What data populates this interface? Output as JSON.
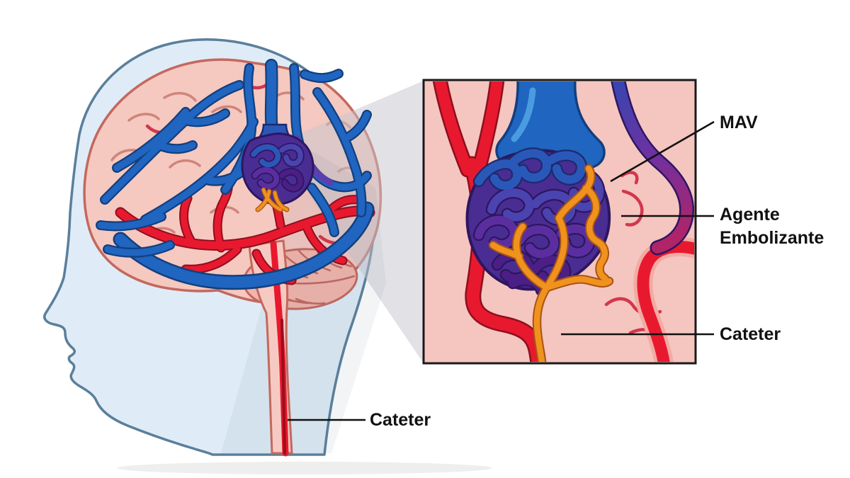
{
  "labels": {
    "mav": "MAV",
    "agente_embolizante": "Agente Embolizante",
    "cateter_inset": "Cateter",
    "cateter_neck": "Cateter"
  },
  "colors": {
    "background": "#ffffff",
    "head_fill": "#dfecf7",
    "head_outline": "#5a7f9b",
    "shadow_tint": "#5a708c",
    "floor_shadow": "#d9d9dc",
    "wedge_gray": "#c6c6ce",
    "brain_fill": "#f5c8c0",
    "brain_outline": "#c4685e",
    "gyri_line": "#d0857a",
    "cerebellum_fill": "#f2b5ab",
    "cerebellum_line": "#c1685e",
    "stem_fill": "#f6cac2",
    "vein_blue": "#2065c0",
    "vein_outline": "#123f7e",
    "vein_highlight": "#4b9be0",
    "vein_purple_overlay": "#5b3fae",
    "artery_red": "#e8192e",
    "artery_outline": "#8e0f1f",
    "artery_thin": "#d2374d",
    "artery_wall_pink": "#f2aba4",
    "nidus_blue": "#2a58b8",
    "nidus_blue_outline": "#1d2a6e",
    "nidus_mid": "#4a44b0",
    "nidus_purple": "#5b2ea0",
    "nidus_dark": "#4b1f86",
    "nidus_outline": "#2e1660",
    "nidus_base": "#4a2d92",
    "embolic_orange": "#f0921e",
    "embolic_outline": "#a85415",
    "catheter_core": "#9c0d1d",
    "inset_bg": "#f5c5bf",
    "inset_border": "#1a1a1a",
    "vessel_grad_start": "#3646b2",
    "vessel_grad_mid": "#7030a0",
    "vessel_grad_end": "#b02468",
    "leader_line": "#111111",
    "label_text": "#111111"
  }
}
